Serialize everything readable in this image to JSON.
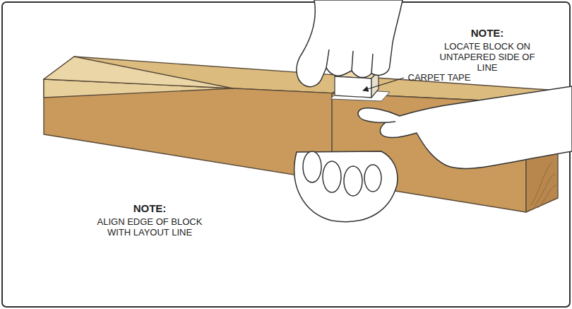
{
  "diagram": {
    "labels": [
      "NOTE:",
      "LOCATE BLOCK ON UNTAPERED SIDE OF LINE",
      "CARPET TAPE",
      "NOTE:",
      "ALIGN EDGE OF BLOCK WITH LAYOUT LINE"
    ]
  }
}
